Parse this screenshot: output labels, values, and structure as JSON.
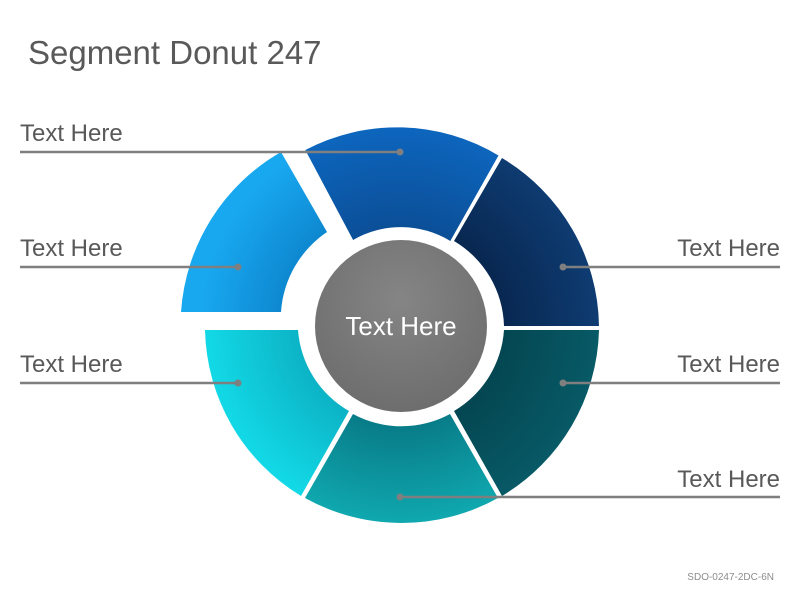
{
  "title": "Segment Donut 247",
  "center_label": "Text Here",
  "labels": {
    "left_top": "Text Here",
    "left_middle": "Text Here",
    "left_bottom": "Text Here",
    "right_top": "Text Here",
    "right_middle": "Text Here",
    "right_bottom": "Text Here"
  },
  "footer": "SDO-0247-2DC-6N",
  "colors": {
    "segment_top": "#0a5aa8",
    "segment_top_right": "#0b2f5c",
    "segment_bottom_right": "#05505c",
    "segment_bottom": "#0ba0a8",
    "segment_bottom_left": "#10cfdf",
    "segment_top_left": "#12a0e8",
    "center": "#7a7a7a",
    "leader_line": "#7f7f7f"
  }
}
